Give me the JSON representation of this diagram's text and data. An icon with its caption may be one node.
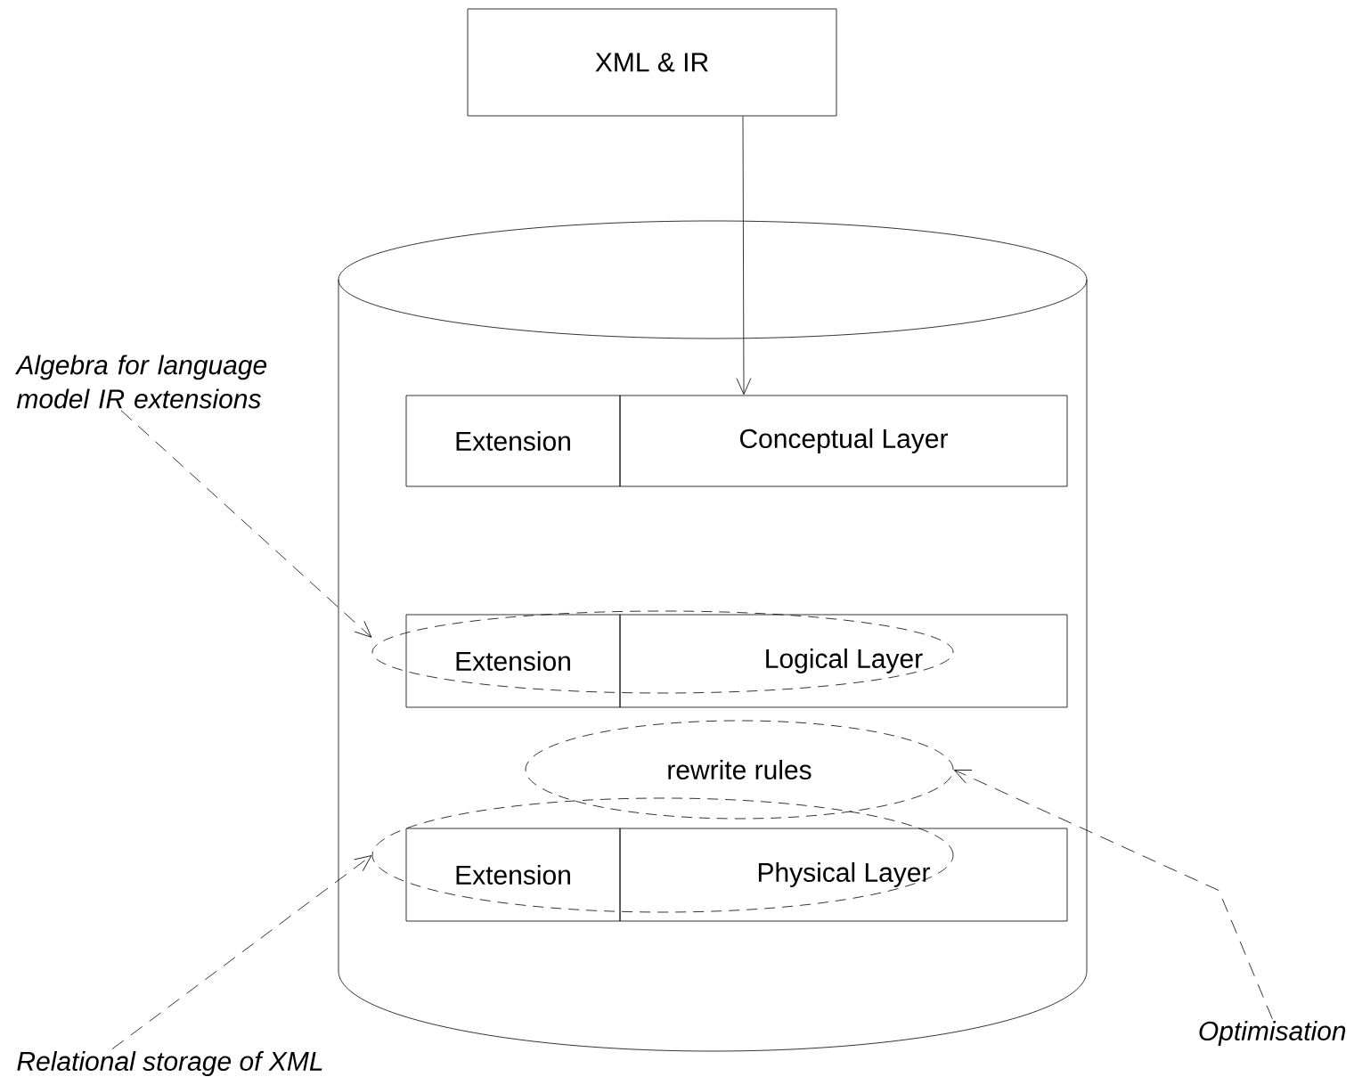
{
  "diagram": {
    "nodes": [
      {
        "text": [
          "XML & IR"
        ]
      },
      {
        "text": [],
        "shape": "cylinder"
      },
      {
        "text": [
          "Algebra for language model IR extensions"
        ]
      },
      {
        "text": [
          "Extension"
        ],
        "in": 1
      },
      {
        "text": [
          "Conceptual Layer"
        ],
        "in": 1
      },
      {
        "text": [],
        "shape": "ellipse",
        "in": 1
      },
      {
        "text": [
          "Extension"
        ],
        "in": 1
      },
      {
        "text": [
          "Logical Layer"
        ],
        "in": 1
      },
      {
        "text": [
          "rewrite rules"
        ],
        "in": 1
      },
      {
        "text": [],
        "shape": "ellipse",
        "in": 1
      },
      {
        "text": [
          "Extension"
        ],
        "in": 1
      },
      {
        "text": [
          "Physical Layer"
        ],
        "in": 1
      },
      {
        "text": [
          "Optimisation"
        ]
      },
      {
        "text": [
          "Relational storage of XML"
        ]
      }
    ],
    "edges": [
      {
        "from": 0,
        "to": 4,
        "arrow": "to"
      },
      {
        "from": 2,
        "to": 5,
        "arrow": "to",
        "style": "dashed"
      },
      {
        "from": 12,
        "to": 8,
        "arrow": "to",
        "style": "dashed"
      },
      {
        "from": 13,
        "to": 9,
        "arrow": "to",
        "style": "dashed"
      }
    ]
  }
}
